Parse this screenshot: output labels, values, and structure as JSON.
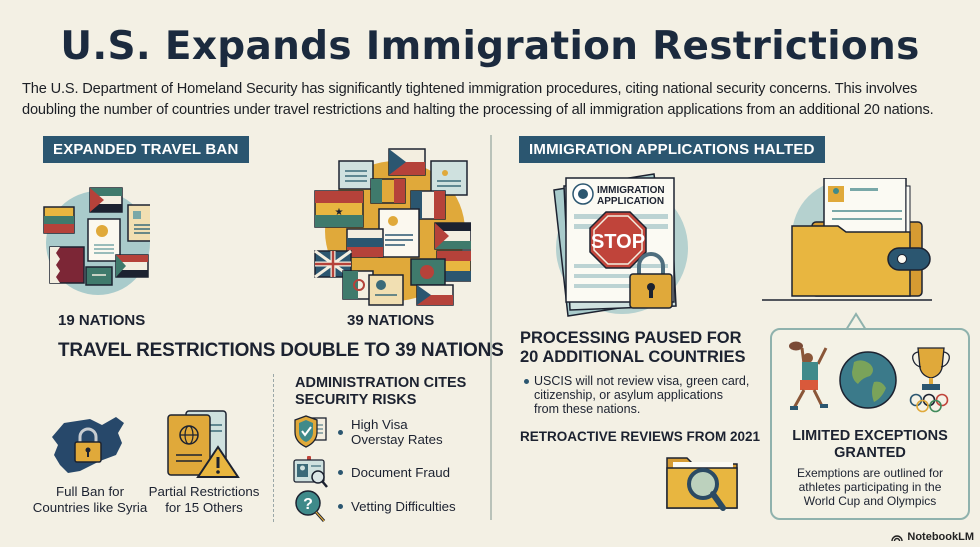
{
  "title": "U.S. Expands Immigration Restrictions",
  "intro": "The U.S. Department of Homeland Security has significantly tightened immigration procedures, citing national security concerns. This involves doubling the number of countries under travel restrictions and halting the processing of all immigration applications from an additional 20 nations.",
  "left_section": {
    "badge": "EXPANDED TRAVEL BAN",
    "before_label": "19 NATIONS",
    "after_label": "39 NATIONS",
    "headline": "TRAVEL RESTRICTIONS DOUBLE TO 39 NATIONS",
    "full_ban_caption_1": "Full Ban for",
    "full_ban_caption_2": "Countries like Syria",
    "partial_caption_1": "Partial Restrictions",
    "partial_caption_2": "for 15 Others",
    "risks": {
      "heading_1": "ADMINISTRATION CITES",
      "heading_2": "SECURITY RISKS",
      "items": [
        {
          "icon": "shield-check-icon",
          "line1": "High Visa",
          "line2": "Overstay Rates"
        },
        {
          "icon": "id-card-magnifier-icon",
          "line1": "Document Fraud",
          "line2": ""
        },
        {
          "icon": "question-magnifier-icon",
          "line1": "Vetting Difficulties",
          "line2": ""
        }
      ]
    }
  },
  "right_section": {
    "badge": "IMMIGRATION APPLICATIONS HALTED",
    "doc_title_1": "IMMIGRATION",
    "doc_title_2": "APPLICATION",
    "stop_sign": "STOP",
    "paused_heading_1": "PROCESSING PAUSED FOR",
    "paused_heading_2": "20 ADDITIONAL COUNTRIES",
    "paused_bullet_1": "USCIS will not review visa, green card,",
    "paused_bullet_2": "citizenship, or asylum applications",
    "paused_bullet_3": "from these nations.",
    "retro_heading": "RETROACTIVE REVIEWS FROM 2021",
    "exceptions": {
      "heading_1": "LIMITED EXCEPTIONS",
      "heading_2": "GRANTED",
      "text_1": "Exemptions are outlined for",
      "text_2": "athletes participating in the",
      "text_3": "World Cup and Olympics"
    }
  },
  "footer": {
    "brand": "NotebookLM"
  },
  "colors": {
    "background": "#f3f0e4",
    "badge": "#2b5670",
    "title": "#1b2a3e",
    "gold": "#e0a93a",
    "teal_circle": "#a9cbcb",
    "stop_red": "#c0443a",
    "navy": "#2b4a63"
  }
}
